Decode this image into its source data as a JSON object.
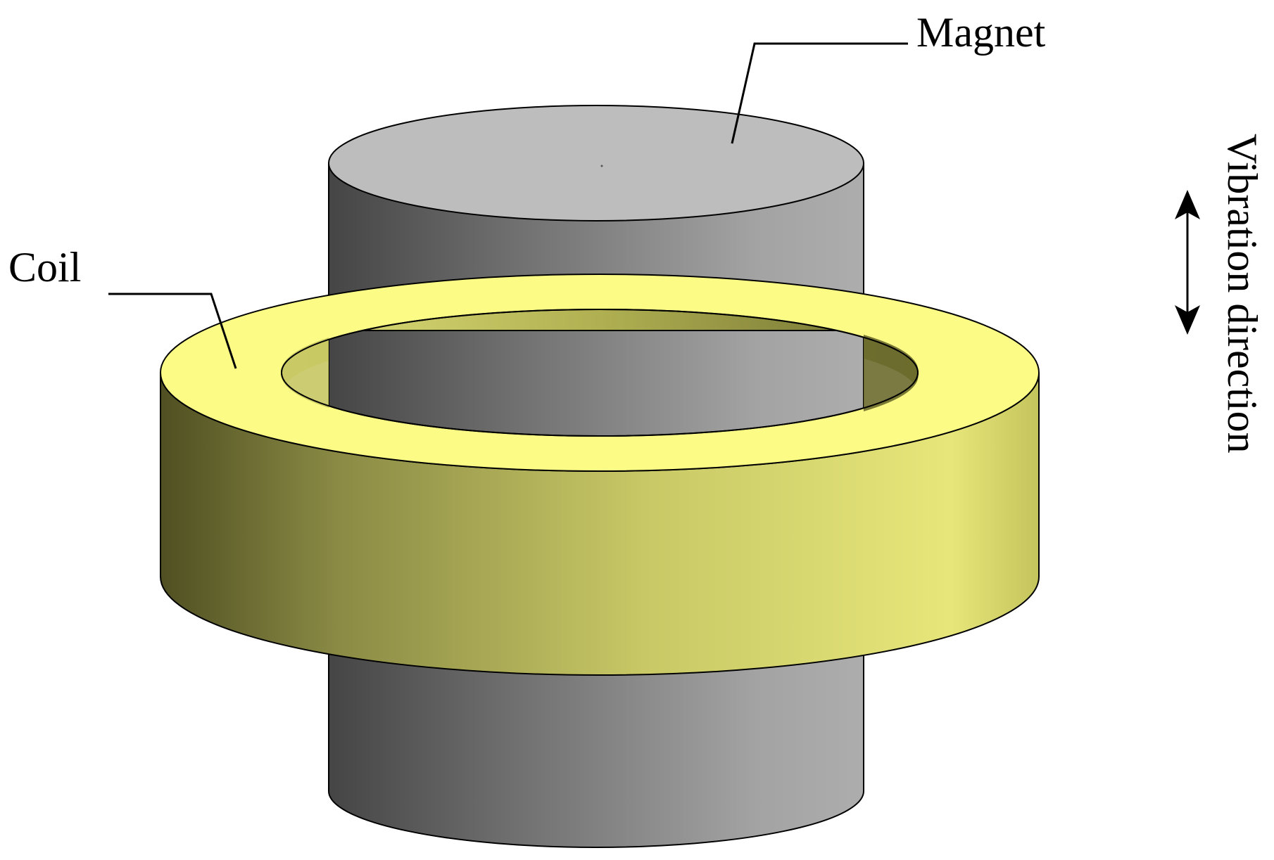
{
  "labels": {
    "magnet": "Magnet",
    "coil": "Coil",
    "vibration_direction": "Vibration direction"
  },
  "colors": {
    "magnet_top": "#bdbdbd",
    "magnet_side_dark": "#4a4a4a",
    "magnet_side_light": "#a8a8a8",
    "coil_top": "#fbfb86",
    "coil_side_dark": "#4f4f22",
    "coil_side_light": "#e4e47a",
    "outline": "#000000"
  }
}
